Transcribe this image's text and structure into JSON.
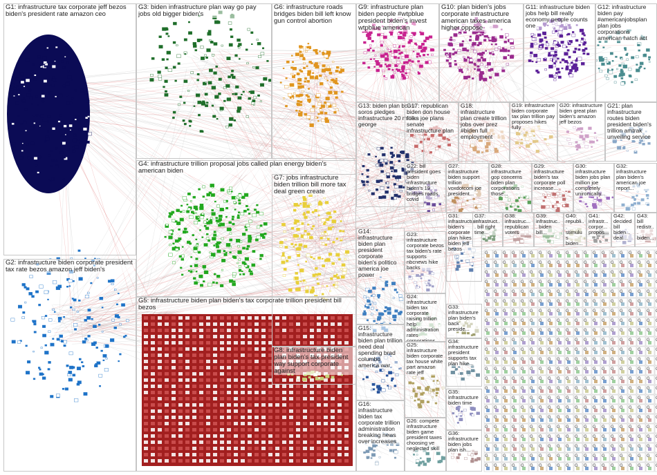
{
  "groups": [
    {
      "id": "G1",
      "label": "G1: infrastructure tax corporate jeff bezos biden's president rate amazon ceo",
      "color": "#0b0b55"
    },
    {
      "id": "G2",
      "label": "G2: infrastructure biden corporate president tax rate bezos amazon jeff biden's",
      "color": "#1e73c8"
    },
    {
      "id": "G3",
      "label": "G3: biden infrastructure plan way go pay jobs old bigger biden's",
      "color": "#1f6e2a"
    },
    {
      "id": "G4",
      "label": "G4: infrastructure trillion proposal jobs called plan energy biden's american biden",
      "color": "#22a81f"
    },
    {
      "id": "G5",
      "label": "G5: infrastructure biden plan biden's tax corporate trillion president bill bezos",
      "color": "#a21f1f"
    },
    {
      "id": "G6",
      "label": "G6: infrastructure roads bridges biden bill left know gun control abortion",
      "color": "#e0951e"
    },
    {
      "id": "G7",
      "label": "G7: jobs infrastructure biden trillion bill more tax deal green create",
      "color": "#e8cf3a"
    },
    {
      "id": "G8",
      "label": "G8: infrastructure biden plan biden's tax president way support corporate against",
      "color": "#c8d27a"
    },
    {
      "id": "G9",
      "label": "G9: infrastructure plan biden people #wtpblue president biden's invest wtpblue american",
      "color": "#c8228f"
    },
    {
      "id": "G10",
      "label": "G10: plan biden's jobs corporate infrastructure american taxes america higher oppose",
      "color": "#9a2b8e"
    },
    {
      "id": "G11",
      "label": "G11: infrastructure biden jobs help bill really economy people counts one",
      "color": "#5b2098"
    },
    {
      "id": "G12",
      "label": "G12: infrastructure biden pay #americanjobsplan plan jobs corporations american hatch act",
      "color": "#4a8c8f"
    },
    {
      "id": "G13",
      "label": "G13: biden plan boost soros pledges infrastructure 20 million george",
      "color": "#22306b"
    },
    {
      "id": "G14",
      "label": "G14: infrastructure biden plan president corporate biden's politico america joe power",
      "color": "#3f7fc0"
    },
    {
      "id": "G15",
      "label": "G15: infrastructure biden plan trillion need deal spending brad columbo america war",
      "color": "#28549c"
    },
    {
      "id": "G16",
      "label": "G16: infrastructure biden tax corporate trillion administration breaking news over increases",
      "color": "#7d9ab5"
    },
    {
      "id": "G17",
      "label": "G17: republican biden don house folks joe plans senate infrastructure plan",
      "color": "#c86b6b"
    },
    {
      "id": "G18",
      "label": "G18: infrastructure plan create trillion jobs over prez #biden full employment",
      "color": "#d9a97c"
    },
    {
      "id": "G19",
      "label": "G19: infrastructure biden corporate tax plan trillion pay proposes hikes fully",
      "color": "#e3c98a"
    },
    {
      "id": "G20",
      "label": "G20: infrastructure biden great plan biden's amazon jeff bezos",
      "color": "#cfa2c9"
    },
    {
      "id": "G21",
      "label": "G21: plan infrastructure routes biden president biden's trillion amtrak unveiling service",
      "color": "#8aa8c8"
    },
    {
      "id": "G22",
      "label": "G22: bill president goes biden infrastructure biden's 19 bridges roads covid",
      "color": "#6b4c9a"
    },
    {
      "id": "G23",
      "label": "G23: infrastructure corporate bezos tax biden's rate supports nbcnews hike backs",
      "color": "#a0a0c8"
    },
    {
      "id": "G24",
      "label": "G24: infrastructure biden tax corporate raising trillion help administration rates corporations",
      "color": "#9cc09c"
    },
    {
      "id": "G25",
      "label": "G25: infrastructure biden corporate tax house white part amazon rate jeff",
      "color": "#b0a060"
    },
    {
      "id": "G26",
      "label": "G26: compete infrastructure biden game president taxes choosing ve neglected skill",
      "color": "#70a0a0"
    },
    {
      "id": "G27",
      "label": "G27: infrastructure biden support trillion voxdotcom joe president...",
      "color": "#c09060"
    },
    {
      "id": "G28",
      "label": "G28: infrastructure gop concerns biden plan corporations those...",
      "color": "#5aa05a"
    },
    {
      "id": "G29",
      "label": "G29: infrastructure biden's tax corporate poll increase...",
      "color": "#c07070"
    },
    {
      "id": "G30",
      "label": "G30: infrastructure biden jobs plan million joe completely unironically...",
      "color": "#a070c0"
    },
    {
      "id": "G31",
      "label": "G31: infrastructure biden's corporate plan hikes biden jeff bezos",
      "color": "#6080b0"
    },
    {
      "id": "G32",
      "label": "G32: infrastructure plan biden's american joe report...",
      "color": "#90b0d0"
    },
    {
      "id": "G33",
      "label": "G33: infrastructure plan biden's back preside...",
      "color": "#a0a070"
    },
    {
      "id": "G34",
      "label": "G34: infrastructure president supports tax plan hike...",
      "color": "#7090a0"
    },
    {
      "id": "G35",
      "label": "G35: infrastructure biden time",
      "color": "#9090c0"
    },
    {
      "id": "G36",
      "label": "G36: infrastructure biden jobs plan ish...",
      "color": "#b09090"
    },
    {
      "id": "G37",
      "label": "G37: infrastruct... bill right time...",
      "color": "#80a080"
    },
    {
      "id": "G38",
      "label": "G38: infrastruc... republican voters",
      "color": "#c0a0a0"
    },
    {
      "id": "G39",
      "label": "G39: infrastruc... biden bill...",
      "color": "#a0c0a0"
    },
    {
      "id": "G40",
      "label": "G40: republi... stimulus biden...",
      "color": "#c0c0a0"
    },
    {
      "id": "G41",
      "label": "G41: infrastr... corpor... propos...",
      "color": "#a0a0a0"
    },
    {
      "id": "G42",
      "label": "G42: decided bill biden... deal...",
      "color": "#b0b0d0"
    },
    {
      "id": "G43",
      "label": "G43: bill redistr... biden...",
      "color": "#d0b0b0"
    }
  ],
  "nodes_caption": "G"
}
